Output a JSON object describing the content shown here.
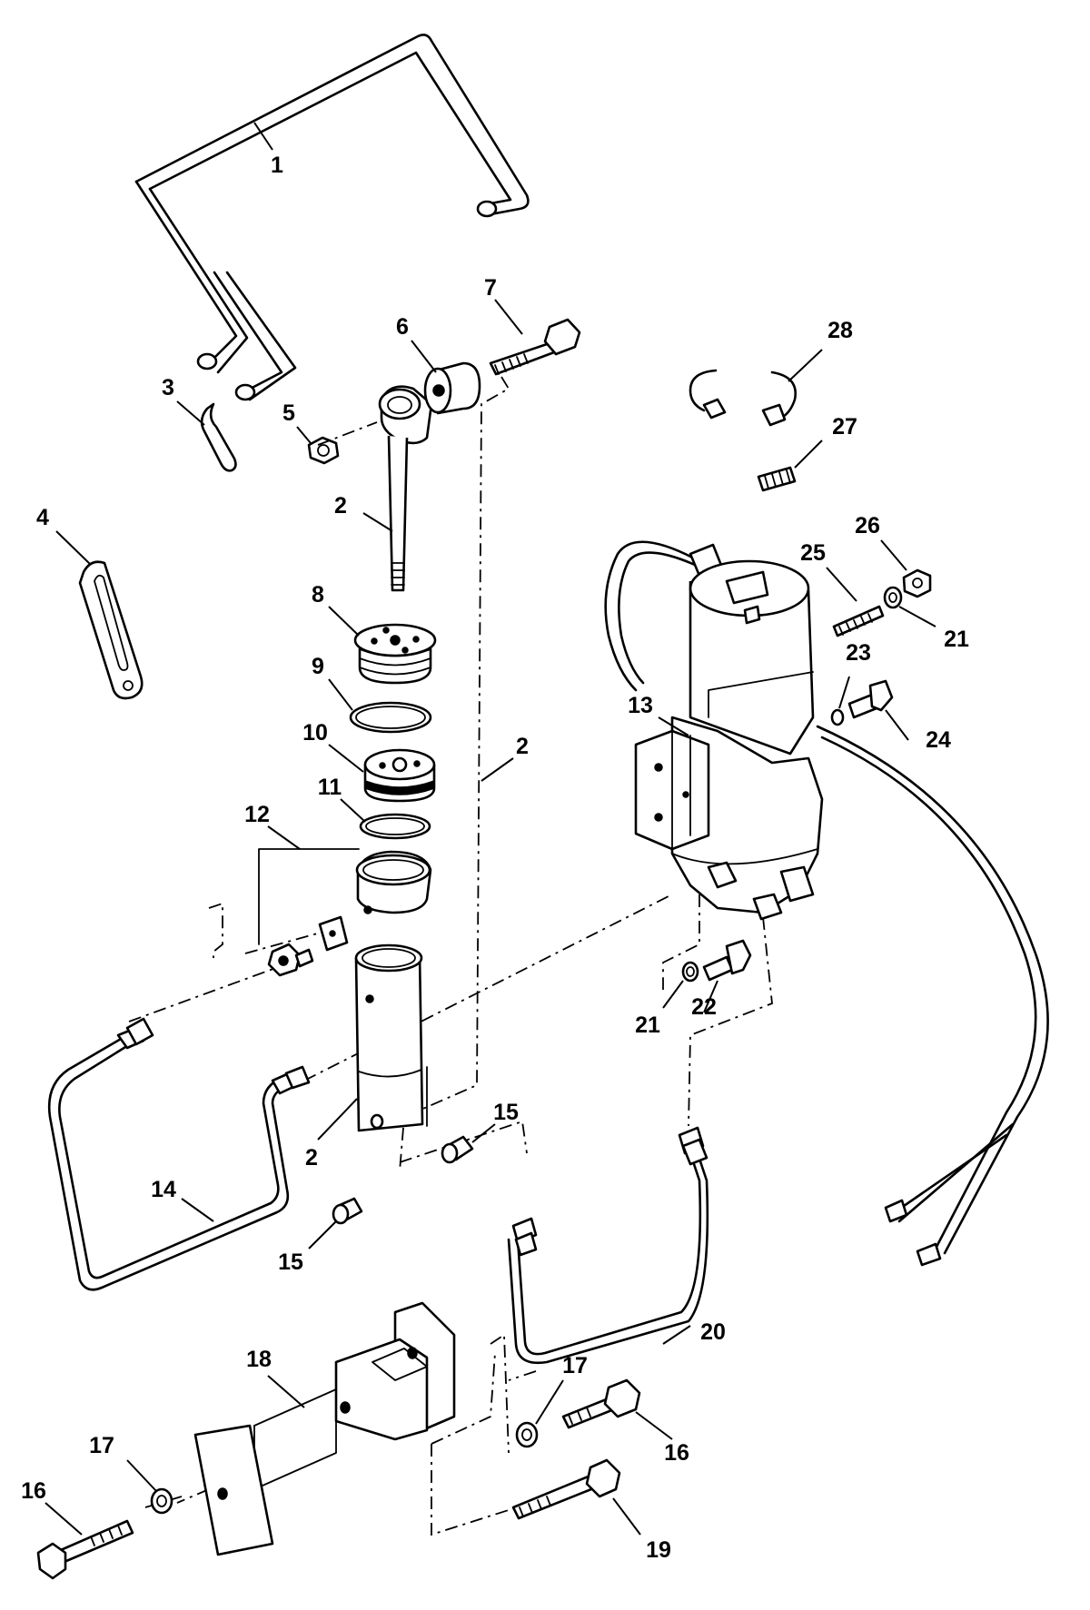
{
  "callouts": {
    "c1": "1",
    "c2a": "2",
    "c2b": "2",
    "c2c": "2",
    "c3": "3",
    "c4": "4",
    "c5": "5",
    "c6": "6",
    "c7": "7",
    "c8": "8",
    "c9": "9",
    "c10": "10",
    "c11": "11",
    "c12": "12",
    "c13": "13",
    "c14": "14",
    "c15a": "15",
    "c15b": "15",
    "c16a": "16",
    "c16b": "16",
    "c17a": "17",
    "c17b": "17",
    "c18": "18",
    "c19": "19",
    "c20": "20",
    "c21a": "21",
    "c21b": "21",
    "c22": "22",
    "c23": "23",
    "c24": "24",
    "c25": "25",
    "c26": "26",
    "c27": "27",
    "c28": "28"
  }
}
